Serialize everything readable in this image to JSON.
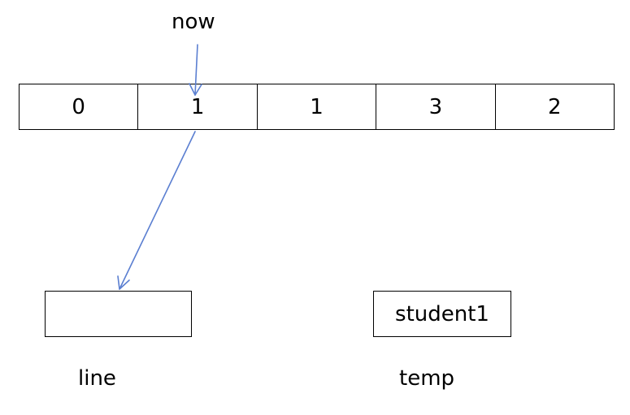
{
  "labels": {
    "pointer": "now",
    "line_box": "line",
    "temp_box": "temp"
  },
  "array": {
    "cells": [
      "0",
      "1",
      "1",
      "3",
      "2"
    ]
  },
  "boxes": {
    "line_value": "",
    "temp_value": "student1"
  },
  "colors": {
    "arrow": "#5b7fd1",
    "stroke": "#000000"
  }
}
